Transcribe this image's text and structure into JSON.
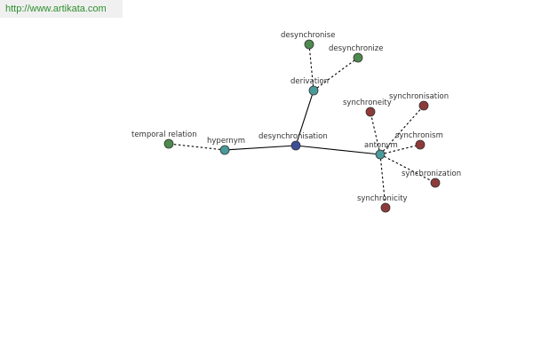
{
  "header": {
    "url": "http://www.artikata.com"
  },
  "graph": {
    "colors": {
      "center": "#3d4f9a",
      "relation": "#4a9a9a",
      "derived": "#4e8a4e",
      "antonym_word": "#8e3a3a"
    },
    "nodes": [
      {
        "id": "desynchronisation",
        "label": "desynchronisation",
        "kind": "center"
      },
      {
        "id": "hypernym",
        "label": "hypernym",
        "kind": "relation"
      },
      {
        "id": "temporal-relation",
        "label": "temporal relation",
        "kind": "derived"
      },
      {
        "id": "derivation",
        "label": "derivation",
        "kind": "relation"
      },
      {
        "id": "desynchronise",
        "label": "desynchronise",
        "kind": "derived"
      },
      {
        "id": "desynchronize",
        "label": "desynchronize",
        "kind": "derived"
      },
      {
        "id": "antonym",
        "label": "antonym",
        "kind": "relation"
      },
      {
        "id": "synchroneity",
        "label": "synchroneity",
        "kind": "antonym_word"
      },
      {
        "id": "synchronisation",
        "label": "synchronisation",
        "kind": "antonym_word"
      },
      {
        "id": "synchronism",
        "label": "synchronism",
        "kind": "antonym_word"
      },
      {
        "id": "synchronization",
        "label": "synchronization",
        "kind": "antonym_word"
      },
      {
        "id": "synchronicity",
        "label": "synchronicity",
        "kind": "antonym_word"
      }
    ],
    "edges": [
      {
        "from": "desynchronisation",
        "to": "hypernym",
        "style": "solid"
      },
      {
        "from": "desynchronisation",
        "to": "derivation",
        "style": "solid"
      },
      {
        "from": "desynchronisation",
        "to": "antonym",
        "style": "solid"
      },
      {
        "from": "hypernym",
        "to": "temporal-relation",
        "style": "dashed"
      },
      {
        "from": "derivation",
        "to": "desynchronise",
        "style": "dashed"
      },
      {
        "from": "derivation",
        "to": "desynchronize",
        "style": "dashed"
      },
      {
        "from": "antonym",
        "to": "synchroneity",
        "style": "dashed"
      },
      {
        "from": "antonym",
        "to": "synchronisation",
        "style": "dashed"
      },
      {
        "from": "antonym",
        "to": "synchronism",
        "style": "dashed"
      },
      {
        "from": "antonym",
        "to": "synchronization",
        "style": "dashed"
      },
      {
        "from": "antonym",
        "to": "synchronicity",
        "style": "dashed"
      }
    ]
  }
}
